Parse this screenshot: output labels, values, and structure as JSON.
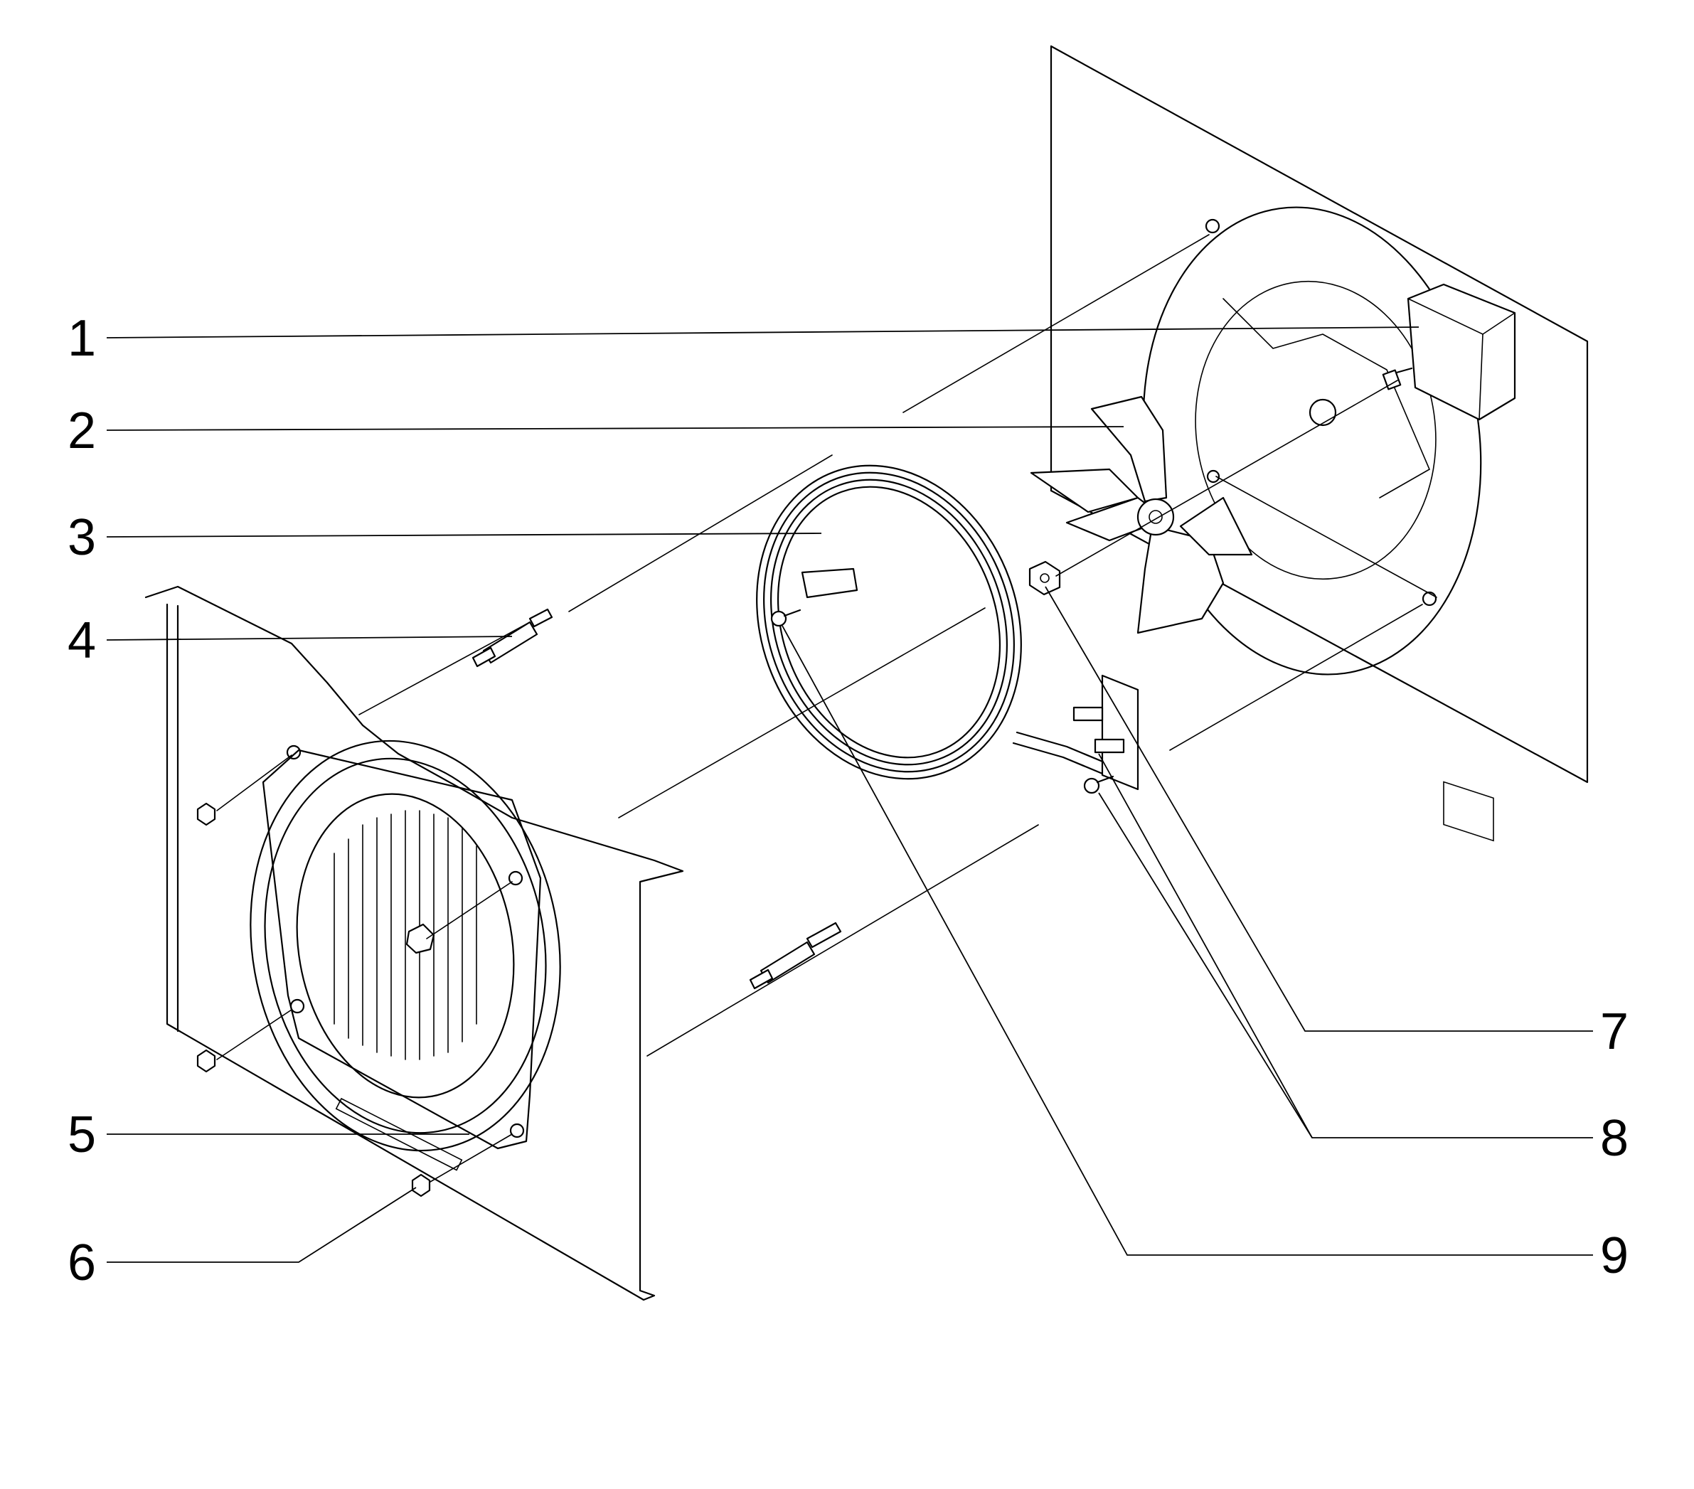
{
  "callouts": [
    {
      "number": "1",
      "part": "motor-icon"
    },
    {
      "number": "2",
      "part": "fan-blade-icon"
    },
    {
      "number": "3",
      "part": "heating-element-icon"
    },
    {
      "number": "4",
      "part": "spacer-icon"
    },
    {
      "number": "5",
      "part": "fan-cover-icon"
    },
    {
      "number": "6",
      "part": "nut-icon"
    },
    {
      "number": "7",
      "part": "fan-nut-icon"
    },
    {
      "number": "8",
      "part": "screw-icon"
    },
    {
      "number": "9",
      "part": "screw-icon"
    }
  ]
}
